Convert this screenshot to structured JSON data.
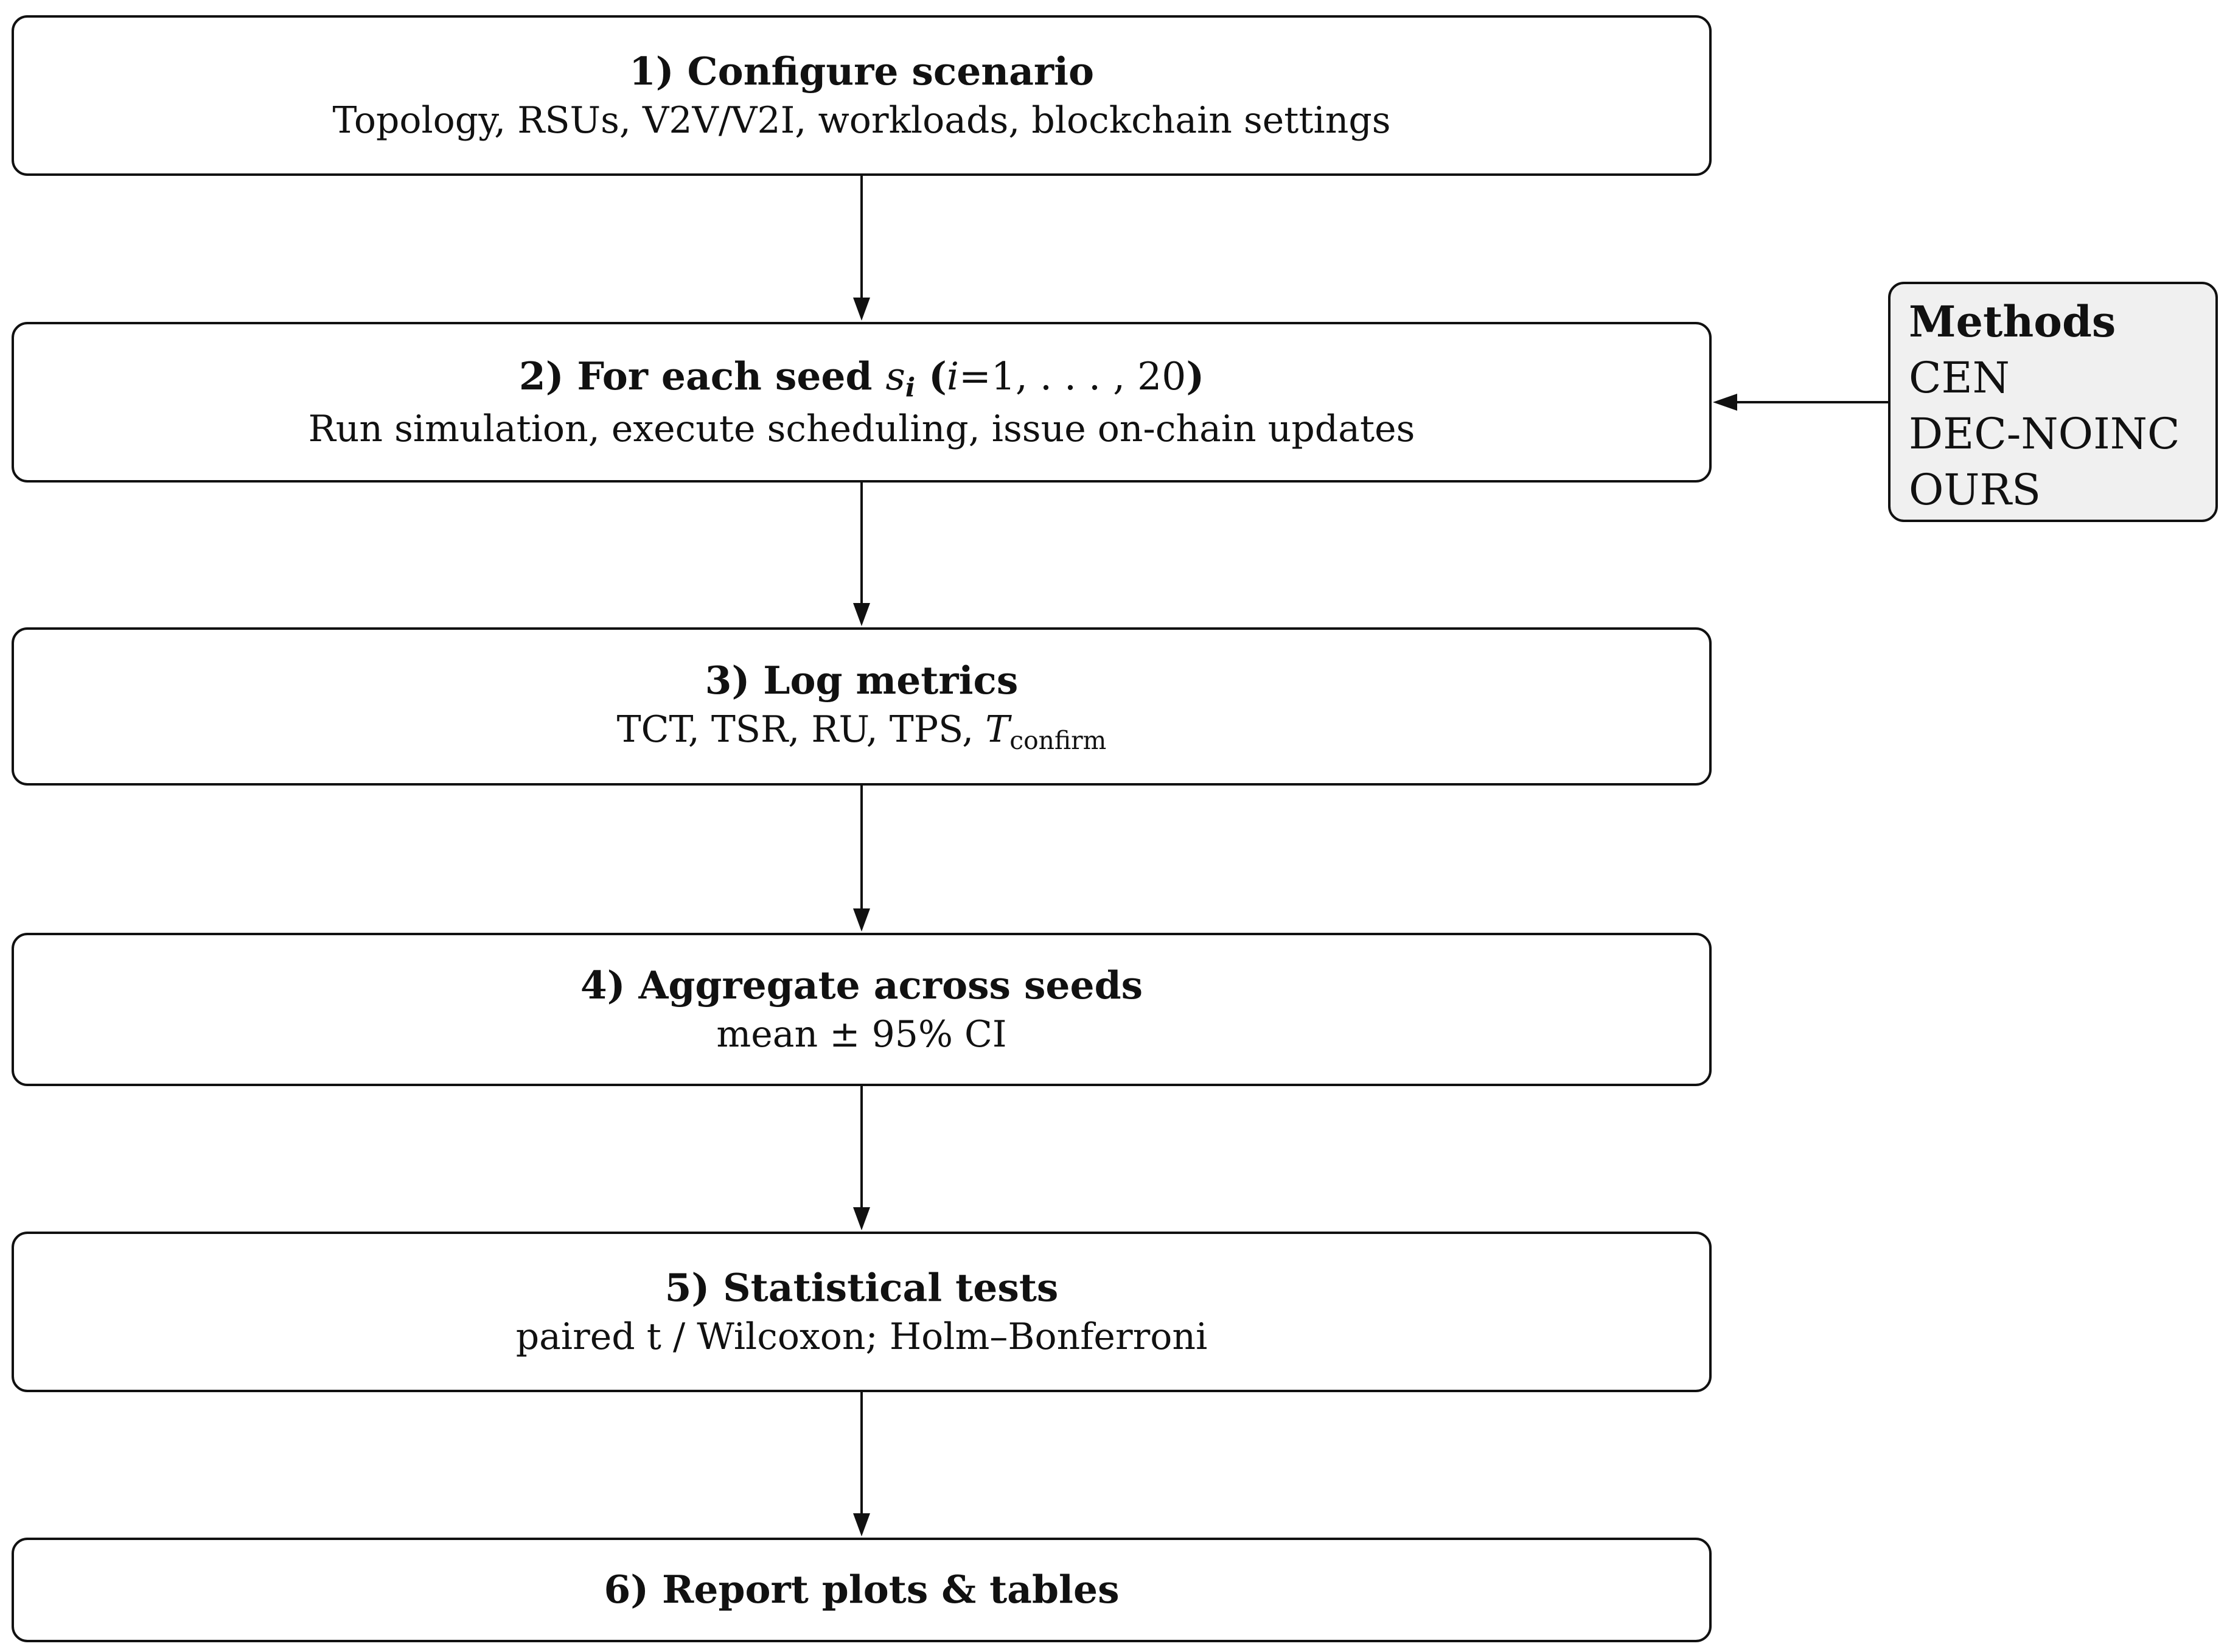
{
  "steps": [
    {
      "title": "1) Configure scenario",
      "subtitle": "Topology, RSUs, V2V/V2I, workloads, blockchain settings"
    },
    {
      "title_prefix": "2) For each seed",
      "seed_symbol": "s",
      "seed_index": "i",
      "range_open": "(",
      "range_var": "i",
      "range_values": "=1, . . . , 20",
      "range_close": ")",
      "subtitle": "Run simulation, execute scheduling, issue on-chain updates"
    },
    {
      "title": "3) Log metrics",
      "subtitle_prefix": "TCT, TSR, RU, TPS,",
      "metric_symbol": "T",
      "metric_subscript": "confirm"
    },
    {
      "title": "4) Aggregate across seeds",
      "subtitle": "mean ± 95% CI"
    },
    {
      "title": "5) Statistical tests",
      "subtitle": "paired t / Wilcoxon; Holm–Bonferroni"
    },
    {
      "title": "6) Report plots & tables"
    }
  ],
  "methods": {
    "title": "Methods",
    "items": [
      "CEN",
      "DEC-NOINC",
      "OURS"
    ]
  }
}
